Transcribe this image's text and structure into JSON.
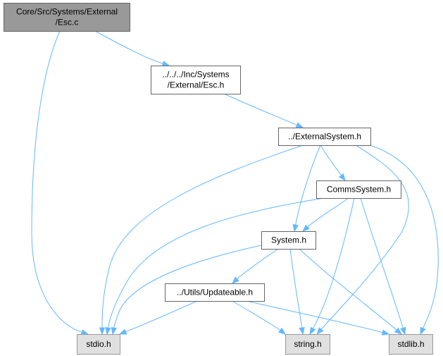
{
  "graph": {
    "nodes": [
      {
        "id": "esc_c",
        "kind": "current",
        "lines": [
          "Core/Src/Systems/External",
          "/Esc.c"
        ]
      },
      {
        "id": "esc_h",
        "kind": "normal",
        "lines": [
          "../../../Inc/Systems",
          "/External/Esc.h"
        ]
      },
      {
        "id": "external_system_h",
        "kind": "normal",
        "lines": [
          "../ExternalSystem.h"
        ]
      },
      {
        "id": "comms_system_h",
        "kind": "normal",
        "lines": [
          "CommsSystem.h"
        ]
      },
      {
        "id": "system_h",
        "kind": "normal",
        "lines": [
          "System.h"
        ]
      },
      {
        "id": "updateable_h",
        "kind": "normal",
        "lines": [
          "../Utils/Updateable.h"
        ]
      },
      {
        "id": "stdio_h",
        "kind": "system",
        "lines": [
          "stdio.h"
        ]
      },
      {
        "id": "string_h",
        "kind": "system",
        "lines": [
          "string.h"
        ]
      },
      {
        "id": "stdlib_h",
        "kind": "system",
        "lines": [
          "stdlib.h"
        ]
      }
    ],
    "edges": [
      {
        "from": "esc_c",
        "to": "esc_h"
      },
      {
        "from": "esc_c",
        "to": "stdio_h"
      },
      {
        "from": "esc_h",
        "to": "external_system_h"
      },
      {
        "from": "external_system_h",
        "to": "comms_system_h"
      },
      {
        "from": "external_system_h",
        "to": "system_h"
      },
      {
        "from": "external_system_h",
        "to": "stdio_h"
      },
      {
        "from": "external_system_h",
        "to": "string_h"
      },
      {
        "from": "external_system_h",
        "to": "stdlib_h"
      },
      {
        "from": "comms_system_h",
        "to": "system_h"
      },
      {
        "from": "comms_system_h",
        "to": "stdio_h"
      },
      {
        "from": "comms_system_h",
        "to": "string_h"
      },
      {
        "from": "comms_system_h",
        "to": "stdlib_h"
      },
      {
        "from": "system_h",
        "to": "updateable_h"
      },
      {
        "from": "system_h",
        "to": "stdio_h"
      },
      {
        "from": "system_h",
        "to": "string_h"
      },
      {
        "from": "system_h",
        "to": "stdlib_h"
      },
      {
        "from": "updateable_h",
        "to": "stdio_h"
      },
      {
        "from": "updateable_h",
        "to": "string_h"
      },
      {
        "from": "updateable_h",
        "to": "stdlib_h"
      }
    ],
    "colors": {
      "edge": "#63b8ff",
      "current_fill": "#999999",
      "normal_fill": "#ffffff",
      "system_fill": "#e0e0e0",
      "border": "#666666"
    }
  }
}
